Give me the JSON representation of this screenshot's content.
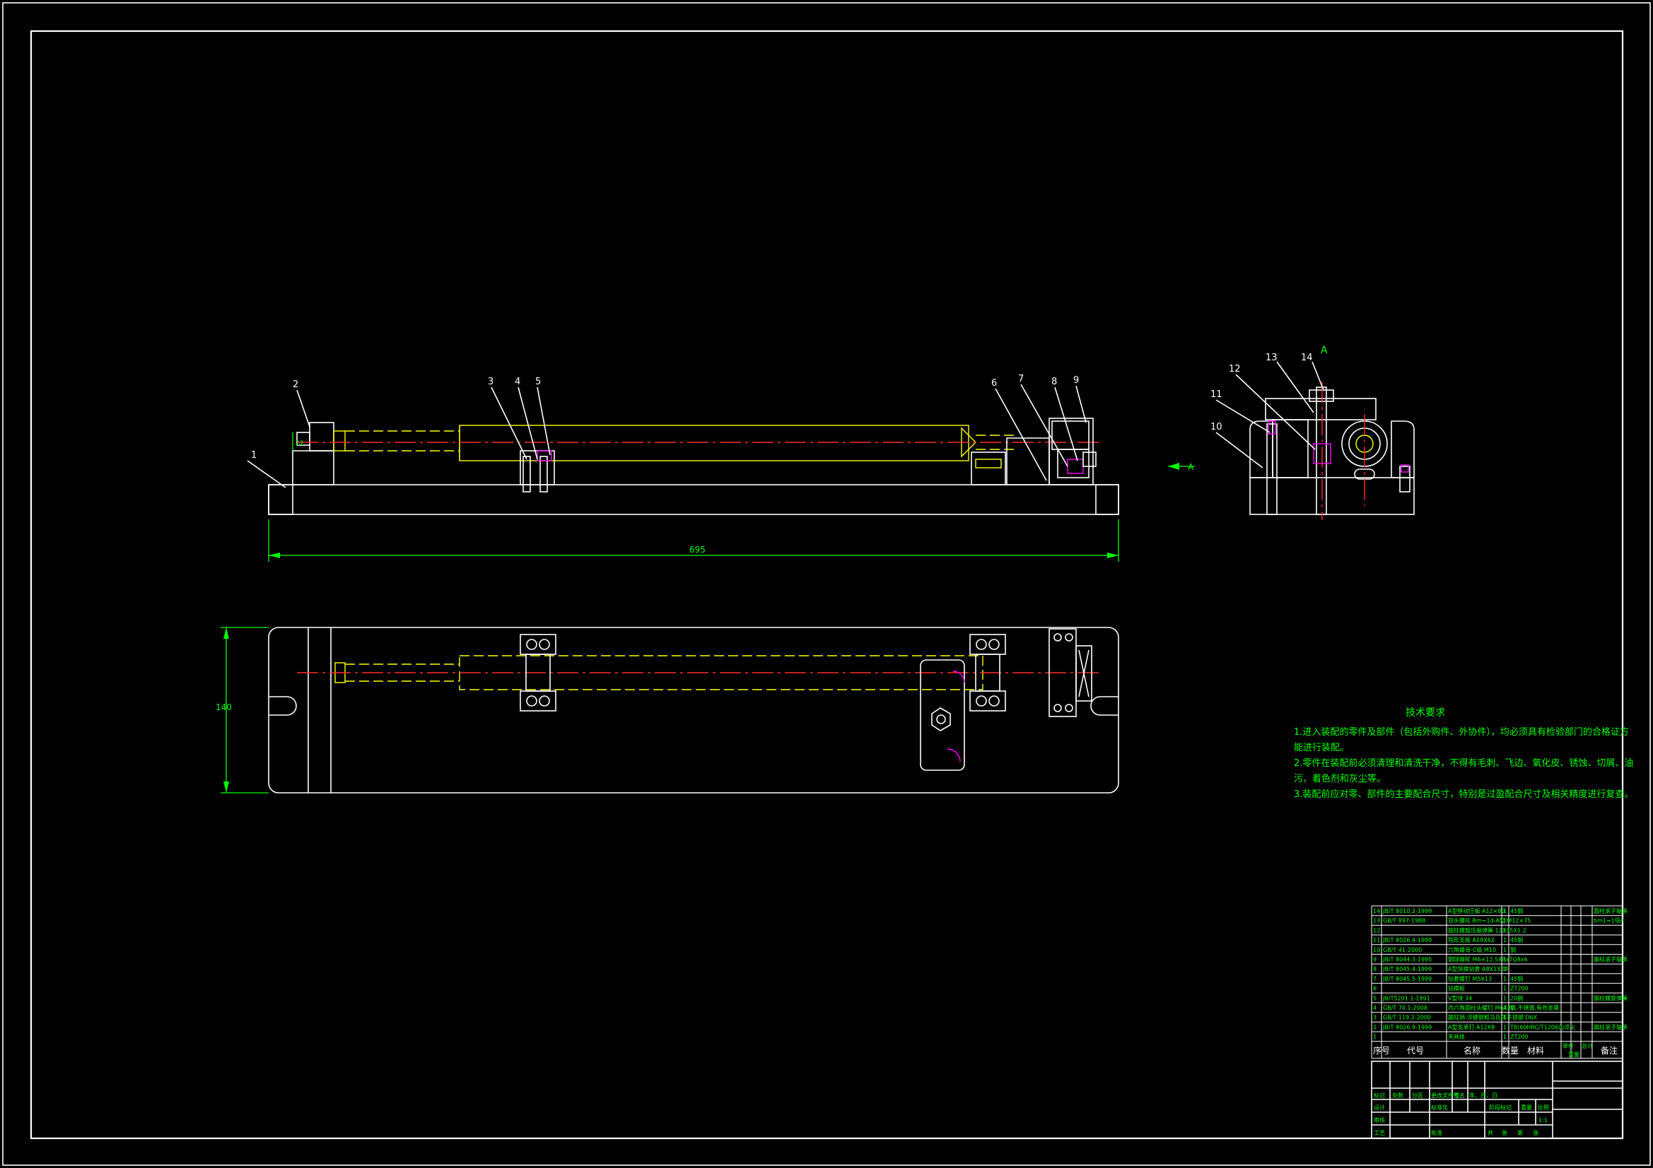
{
  "balloons": {
    "front": [
      "1",
      "2",
      "3",
      "4",
      "5",
      "6",
      "7",
      "8",
      "9"
    ],
    "side": [
      "10",
      "11",
      "12",
      "13",
      "14"
    ]
  },
  "section": {
    "mark_top": "A",
    "mark_arrow": "A"
  },
  "dims": {
    "length": "695",
    "width": "140",
    "step": "22"
  },
  "tech": {
    "title": "技术要求",
    "lines": [
      "1.进入装配的零件及部件（包括外购件、外协件），均必须具有检验部门的合格证方",
      "能进行装配。",
      "2.零件在装配前必须清理和清洗干净，不得有毛刺、飞边、氧化皮、锈蚀、切屑、油",
      "污、着色剂和灰尘等。",
      "3.装配前应对零、部件的主要配合尺寸，特别是过盈配合尺寸及相关精度进行复查。"
    ]
  },
  "bom": {
    "rows": [
      {
        "no": "14",
        "code": "JB/T 8010.2-1999",
        "name": "A型移动压板 A12×80",
        "qty": "1",
        "mat": "45钢",
        "note": "圆柱滚子轴承"
      },
      {
        "no": "13",
        "code": "GB/T 897-1988",
        "name": "双头螺柱 Bm=1d-A型 M12×75",
        "qty": "1",
        "mat": "",
        "note": "bm1=1倍d"
      },
      {
        "no": "12",
        "code": "",
        "name": "圆柱螺旋压缩弹簧 12X35X1.2",
        "qty": "1",
        "mat": "",
        "note": ""
      },
      {
        "no": "11",
        "code": "JB/T 8026.4-1999",
        "name": "钩形支板 A18X62",
        "qty": "1",
        "mat": "45钢",
        "note": ""
      },
      {
        "no": "10",
        "code": "GB/T 41-2000",
        "name": "六角螺母-C级 M10",
        "qty": "1",
        "mat": "钢",
        "note": ""
      },
      {
        "no": "9",
        "code": "JB/T 8044.3-1995",
        "name": "钢球棘轮 M6×12.5X8x7Q8x6",
        "qty": "1",
        "mat": "",
        "note": "圆柱滚子轴承"
      },
      {
        "no": "8",
        "code": "JB/T 8045.4-1999",
        "name": "A型快换钻套 A8X1X20",
        "qty": "2",
        "mat": "",
        "note": ""
      },
      {
        "no": "7",
        "code": "JB/T 8045.5-1999",
        "name": "钻套螺钉 M5X13",
        "qty": "1",
        "mat": "45钢",
        "note": ""
      },
      {
        "no": "6",
        "code": "",
        "name": "钻模板",
        "qty": "1",
        "mat": "ZT200",
        "note": ""
      },
      {
        "no": "5",
        "code": "JB/T5201.1-1991",
        "name": "V型块 34",
        "qty": "1",
        "mat": "20钢",
        "note": "圆柱螺旋弹簧"
      },
      {
        "no": "4",
        "code": "GB/T 70.1-2008",
        "name": "内六角圆柱头螺钉 M6X30",
        "qty": "4",
        "mat": "钢,不锈钢,有色金属",
        "note": ""
      },
      {
        "no": "3",
        "code": "GB/T 119.2-2000",
        "name": "圆柱销-淬硬钢和马氏体不锈钢 D6X",
        "qty": "1",
        "mat": "",
        "note": ""
      },
      {
        "no": "2",
        "code": "JB/T 8026.9-1999",
        "name": "A型支承钉 A12X8",
        "qty": "1",
        "mat": "T8(60HRC/T12060)淬火",
        "note": "圆柱滚子轴承"
      },
      {
        "no": "1",
        "code": "",
        "name": "夹具体",
        "qty": "1",
        "mat": "ZT200",
        "note": ""
      }
    ],
    "header": {
      "no": "序号",
      "code": "代号",
      "name": "名称",
      "qty": "数量",
      "mat": "材料",
      "single": "单件",
      "total": "总计",
      "weight": "重量",
      "note": "备注"
    }
  },
  "titleblock": {
    "row1": [
      "标记",
      "处数",
      "分区",
      "更改文件号",
      "签名",
      "年、月、日"
    ],
    "design": "设计",
    "std": "标准化",
    "check": "审核",
    "craft": "工艺",
    "approve": "批准",
    "stage": "阶段标记",
    "weight": "重量",
    "scale": "比例",
    "scale_val": "1:1",
    "sheets": [
      "共",
      "张",
      "第",
      "张"
    ]
  }
}
